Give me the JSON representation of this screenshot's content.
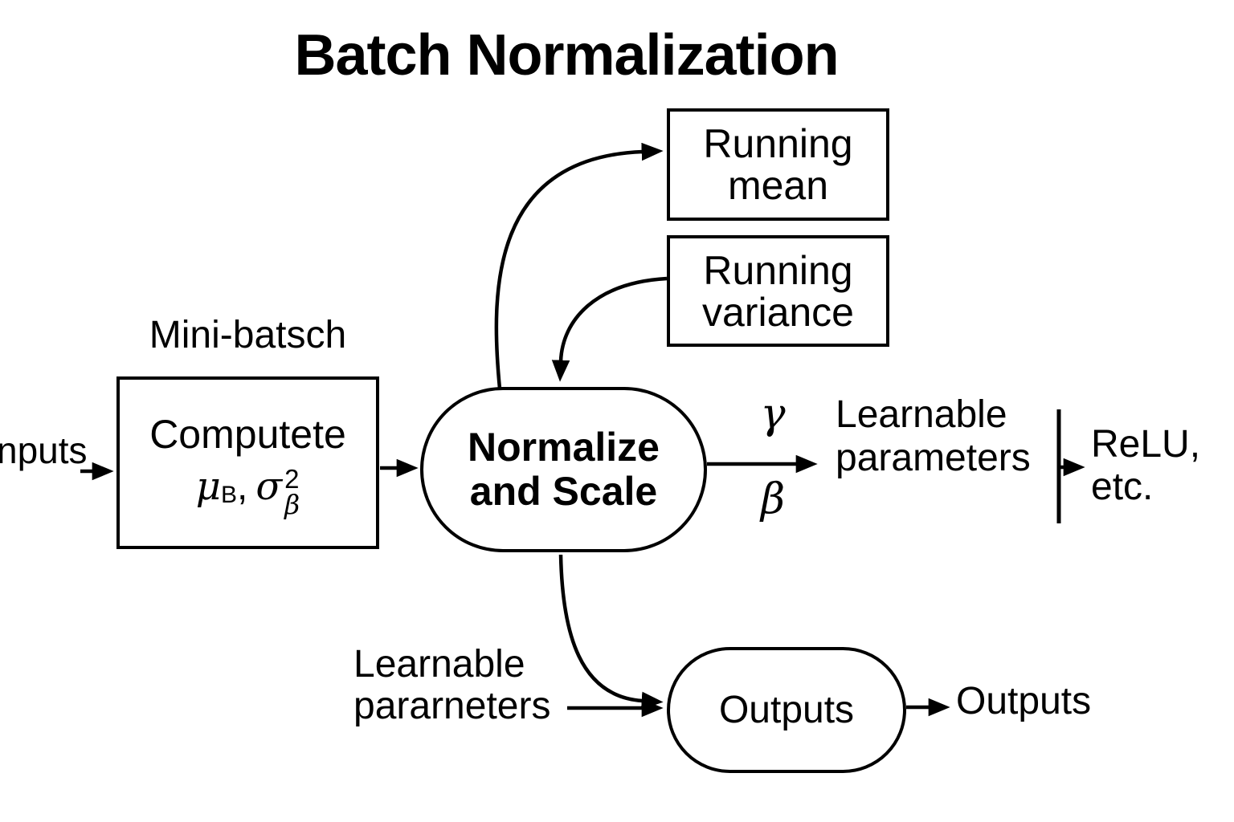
{
  "colors": {
    "ink": "#000000",
    "background": "#ffffff"
  },
  "title": "Batch Normalization",
  "nodes": {
    "running_mean": {
      "line1": "Running",
      "line2": "mean"
    },
    "running_variance": {
      "line1": "Running",
      "line2": "variance"
    },
    "mini_batch": {
      "caption": "Mini-batsch",
      "line1": "Computete",
      "formula": {
        "mu": "μ",
        "mu_sub": "B",
        "separator": ",",
        "sigma": "σ",
        "sup": "2",
        "sub": "β"
      }
    },
    "normalize": {
      "line1": "Normalize",
      "line2": "and Scale"
    },
    "outputs": {
      "label": "Outputs"
    }
  },
  "annotations": {
    "inputs": "nputs",
    "gamma": "γ",
    "beta": "β",
    "learnable_right": {
      "line1": "Learnable",
      "line2": "parameters"
    },
    "relu": {
      "line1": "ReLU,",
      "line2": "etc."
    },
    "learnable_bottom": {
      "line1": "Learnable",
      "line2": "pararneters"
    },
    "outputs_label": "Outputs"
  }
}
